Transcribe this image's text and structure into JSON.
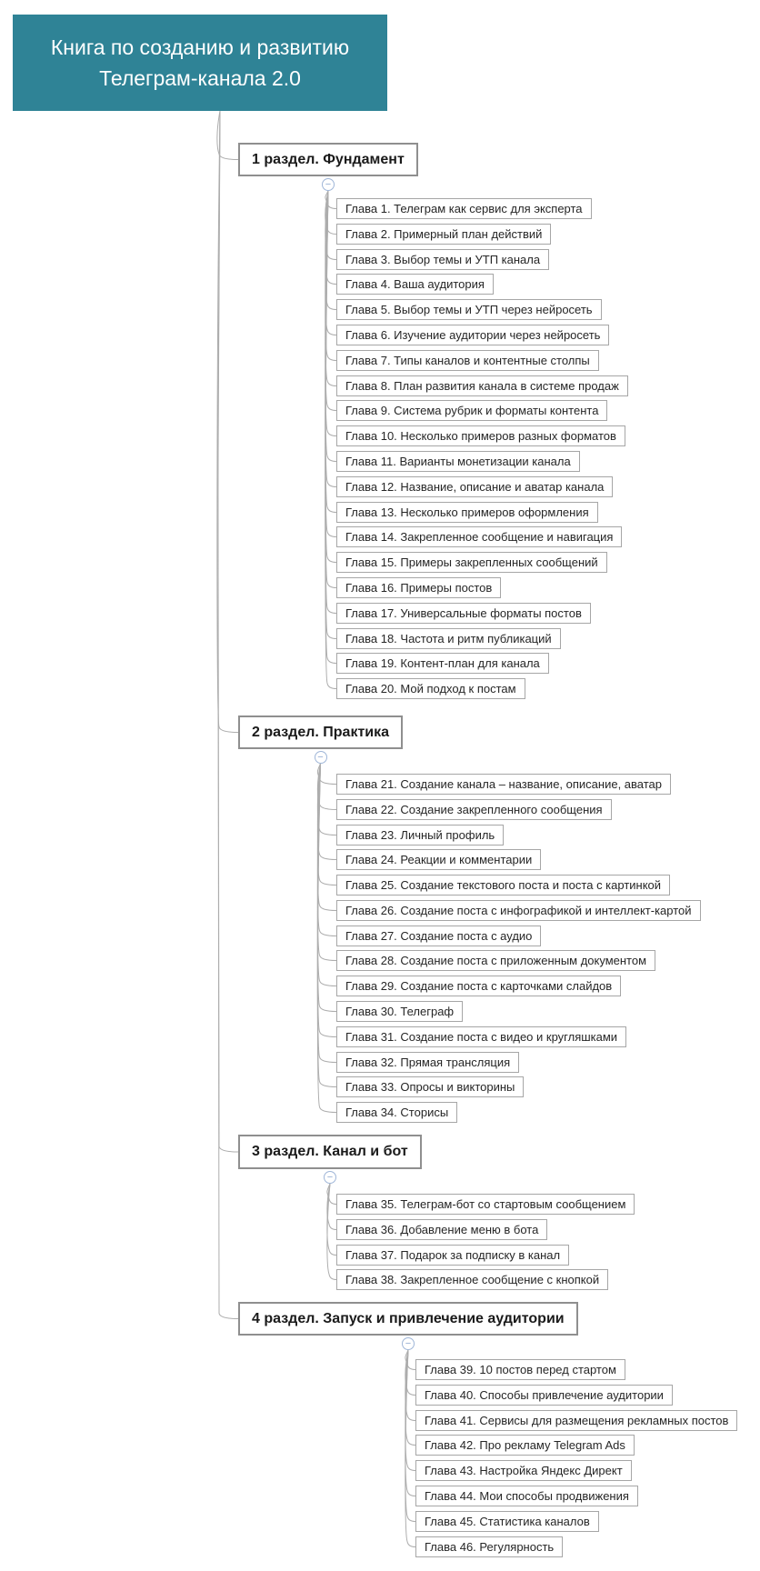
{
  "root": {
    "title": "Книга по созданию и развитию Телеграм-канала 2.0"
  },
  "icons": {
    "collapse": "−"
  },
  "colors": {
    "root_bg": "#2F8396",
    "root_text": "#FFFFFF",
    "node_bg": "#FFFFFF",
    "section_border": "#8F8F8F",
    "chapter_border": "#A6A6A6",
    "connector": "#ADADAD",
    "toggle_border": "#9FB6D8"
  },
  "sections": [
    {
      "label": "1 раздел. Фундамент",
      "chapters": [
        "Глава 1. Телеграм как сервис для эксперта",
        "Глава 2. Примерный план действий",
        "Глава 3. Выбор темы и УТП канала",
        "Глава 4. Ваша аудитория",
        "Глава 5. Выбор темы и УТП через нейросеть",
        "Глава 6. Изучение аудитории через нейросеть",
        "Глава 7. Типы каналов и контентные столпы",
        "Глава 8. План развития канала в системе продаж",
        "Глава 9. Система рубрик и форматы контента",
        "Глава 10. Несколько примеров разных форматов",
        "Глава 11. Варианты монетизации канала",
        "Глава 12. Название, описание и аватар канала",
        "Глава 13. Несколько примеров оформления",
        "Глава 14. Закрепленное сообщение и навигация",
        "Глава 15. Примеры закрепленных сообщений",
        "Глава 16. Примеры постов",
        "Глава 17. Универсальные форматы постов",
        "Глава 18. Частота и ритм публикаций",
        "Глава 19. Контент-план для канала",
        "Глава 20. Мой подход к постам"
      ]
    },
    {
      "label": "2 раздел. Практика",
      "chapters": [
        "Глава 21. Создание канала – название, описание, аватар",
        "Глава 22. Создание закрепленного сообщения",
        "Глава 23. Личный профиль",
        "Глава 24. Реакции и комментарии",
        "Глава 25. Создание текстового поста и поста с картинкой",
        "Глава 26. Создание поста с инфографикой и интеллект-картой",
        "Глава 27. Создание поста с аудио",
        "Глава 28. Создание поста с приложенным документом",
        "Глава 29. Создание поста с карточками слайдов",
        "Глава 30. Телеграф",
        "Глава 31. Создание поста с видео и кругляшками",
        "Глава 32. Прямая трансляция",
        "Глава 33. Опросы и викторины",
        "Глава 34. Сторисы"
      ]
    },
    {
      "label": "3 раздел. Канал и бот",
      "chapters": [
        "Глава 35. Телеграм-бот со стартовым сообщением",
        "Глава 36. Добавление меню в бота",
        "Глава 37. Подарок за подписку в канал",
        "Глава 38. Закрепленное сообщение с кнопкой"
      ]
    },
    {
      "label": "4 раздел. Запуск и привлечение аудитории",
      "chapters": [
        "Глава 39. 10 постов перед стартом",
        "Глава 40. Способы привлечение аудитории",
        "Глава 41. Сервисы для размещения рекламных постов",
        "Глава 42. Про рекламу Telegram Ads",
        "Глава 43. Настройка Яндекс Директ",
        "Глава 44. Мои способы продвижения",
        "Глава 45. Статистика каналов",
        "Глава 46. Регулярность"
      ]
    }
  ]
}
